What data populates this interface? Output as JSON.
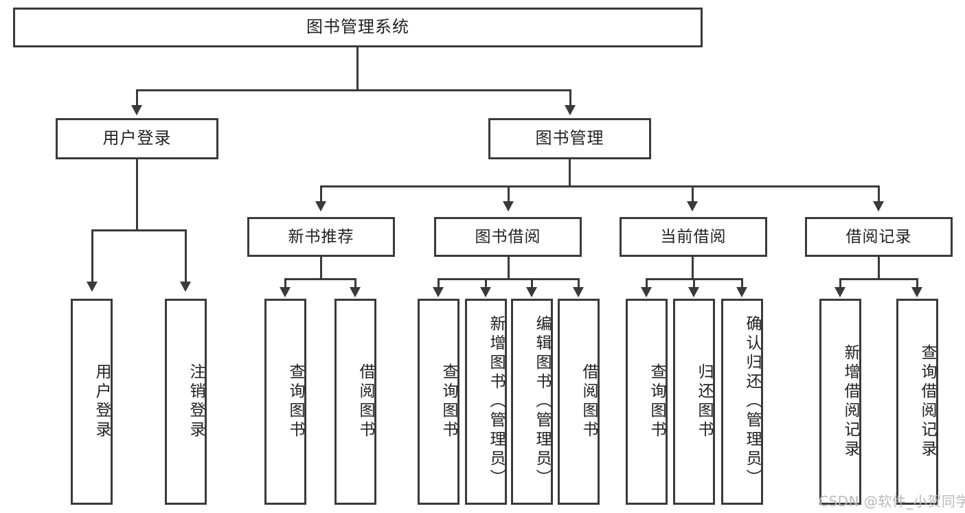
{
  "diagram": {
    "title": "图书管理系统",
    "type": "tree-hierarchy-diagram",
    "root": {
      "label": "图书管理系统"
    },
    "level1": [
      {
        "id": "user-login",
        "label": "用户登录"
      },
      {
        "id": "book-management",
        "label": "图书管理"
      }
    ],
    "level2": [
      {
        "id": "new-book-recommend",
        "label": "新书推荐",
        "parent": "book-management"
      },
      {
        "id": "book-borrow",
        "label": "图书借阅",
        "parent": "book-management"
      },
      {
        "id": "current-borrow",
        "label": "当前借阅",
        "parent": "book-management"
      },
      {
        "id": "borrow-record",
        "label": "借阅记录",
        "parent": "book-management"
      }
    ],
    "leaves": {
      "user_login": [
        {
          "id": "leaf-user-login",
          "label": "用户登录"
        },
        {
          "id": "leaf-logout-login",
          "label": "注销登录"
        }
      ],
      "new_book_recommend": [
        {
          "id": "leaf-query-book-1",
          "label": "查询图书"
        },
        {
          "id": "leaf-borrow-book-1",
          "label": "借阅图书"
        }
      ],
      "book_borrow": [
        {
          "id": "leaf-query-book-2",
          "label": "查询图书"
        },
        {
          "id": "leaf-add-book",
          "label": "新增图书（管理员）"
        },
        {
          "id": "leaf-edit-book",
          "label": "编辑图书（管理员）"
        },
        {
          "id": "leaf-borrow-book-2",
          "label": "借阅图书"
        }
      ],
      "current_borrow": [
        {
          "id": "leaf-query-book-3",
          "label": "查询图书"
        },
        {
          "id": "leaf-return-book",
          "label": "归还图书"
        },
        {
          "id": "leaf-confirm-return",
          "label": "确认归还（管理员）"
        }
      ],
      "borrow_record": [
        {
          "id": "leaf-add-record",
          "label": "新增借阅记录"
        },
        {
          "id": "leaf-query-record",
          "label": "查询借阅记录"
        }
      ]
    },
    "colors": {
      "stroke": "#3a3a3a",
      "background": "#ffffff",
      "text": "#222222",
      "watermark": "#b9b9b9"
    }
  },
  "watermark": {
    "text": "CSDN @软件_小贺同学"
  }
}
